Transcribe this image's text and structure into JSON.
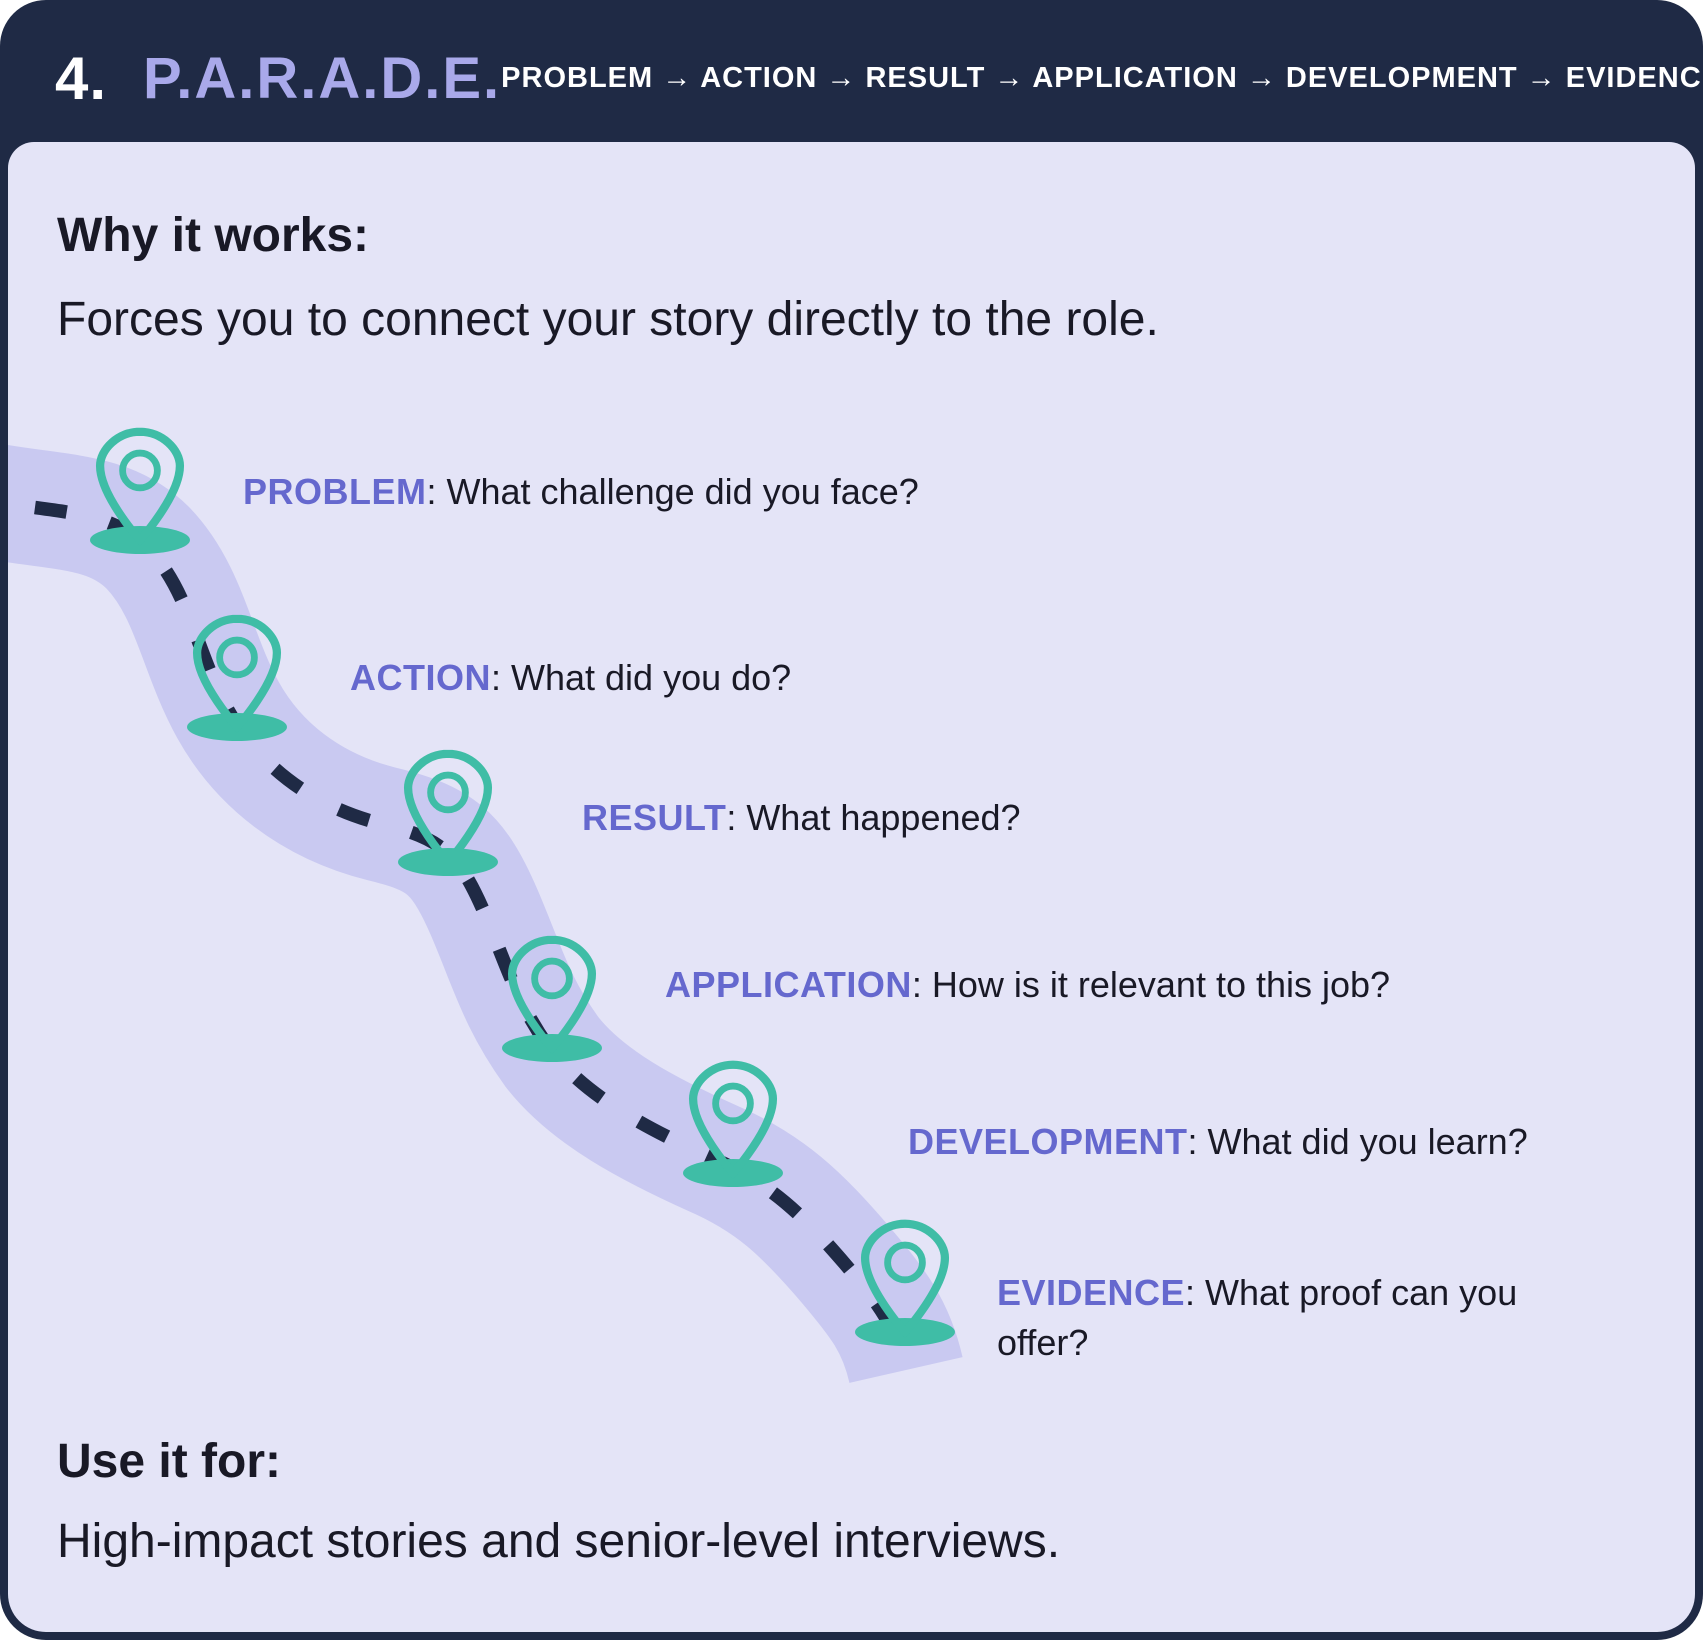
{
  "header": {
    "number": "4.",
    "title": "P.A.R.A.D.E.",
    "sequence": "PROBLEM → ACTION → RESULT → APPLICATION → DEVELOPMENT → EVIDENCE"
  },
  "why": {
    "heading": "Why it works:",
    "text": "Forces you to connect your story directly to the role."
  },
  "steps": [
    {
      "keyword": "PROBLEM",
      "rest": ": What challenge did you face?"
    },
    {
      "keyword": "ACTION",
      "rest": ": What did you do?"
    },
    {
      "keyword": "RESULT",
      "rest": ": What happened?"
    },
    {
      "keyword": "APPLICATION",
      "rest": ": How is it relevant to this job?"
    },
    {
      "keyword": "DEVELOPMENT",
      "rest": ": What did you learn?"
    },
    {
      "keyword": "EVIDENCE",
      "rest": ": What proof can you offer?"
    }
  ],
  "use": {
    "heading": "Use it for:",
    "text": "High-impact stories and senior-level interviews."
  },
  "icons": {
    "pin": "map-pin-icon"
  },
  "colors": {
    "navy": "#1F2A45",
    "lavender": "#E4E4F7",
    "ribbon": "#C9C9F1",
    "teal": "#3FBDA6",
    "purple": "#6568CE",
    "header_purple": "#A9A9EA",
    "ink": "#191926"
  }
}
